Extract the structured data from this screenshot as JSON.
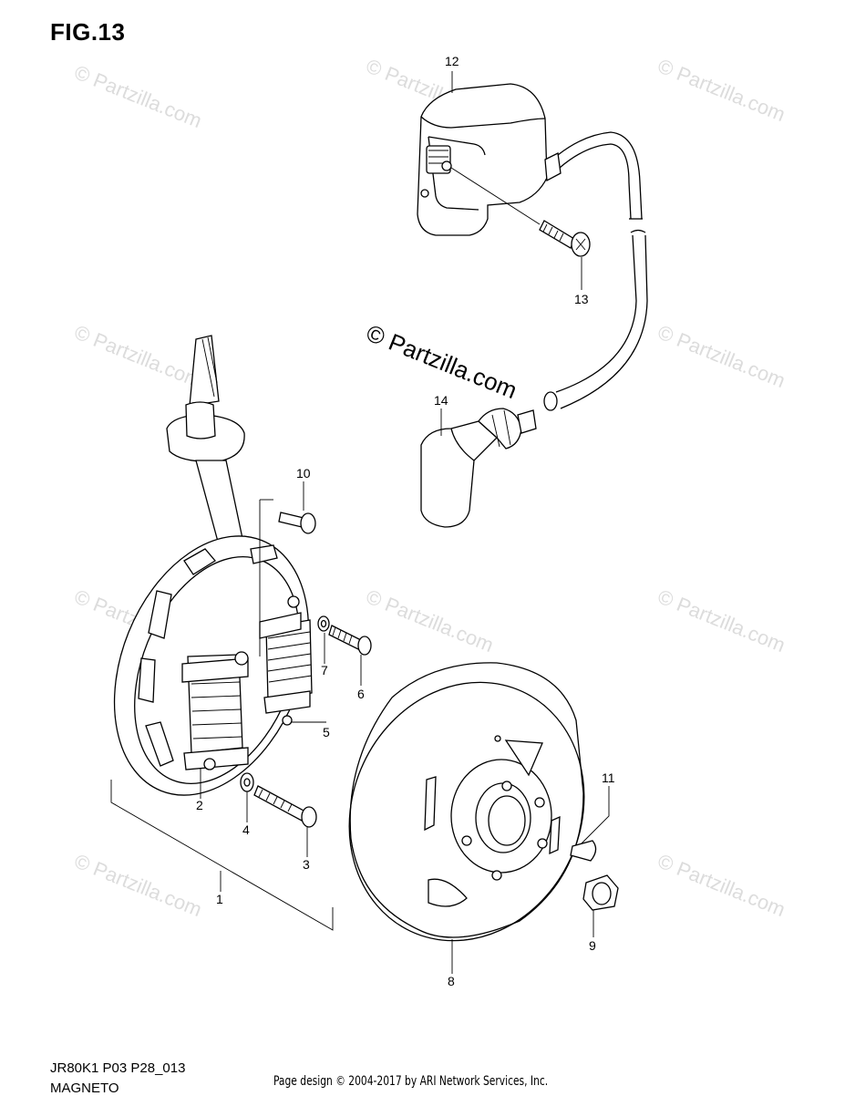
{
  "figure": {
    "title": "FIG.13",
    "code": "JR80K1 P03 P28_013",
    "section": "MAGNETO",
    "footer": "Page design © 2004-2017 by ARI Network Services, Inc."
  },
  "watermark": {
    "text": "© Partzilla.com",
    "main_text": "© Partzilla.com"
  },
  "callouts": [
    "1",
    "2",
    "3",
    "4",
    "5",
    "6",
    "7",
    "8",
    "9",
    "10",
    "11",
    "12",
    "13",
    "14"
  ],
  "parts": {
    "ignition_coil": "12",
    "coil_screw": "13",
    "spark_plug_cap": "14",
    "stator_assembly": "1",
    "charging_coil": "2",
    "stator_screw": "3",
    "stator_washer": "4",
    "pulser_coil": "5",
    "pulser_screw": "6",
    "pulser_washer": "7",
    "rotor": "8",
    "rotor_nut": "9",
    "cable_clamp_screw": "10",
    "woodruff_key": "11"
  }
}
